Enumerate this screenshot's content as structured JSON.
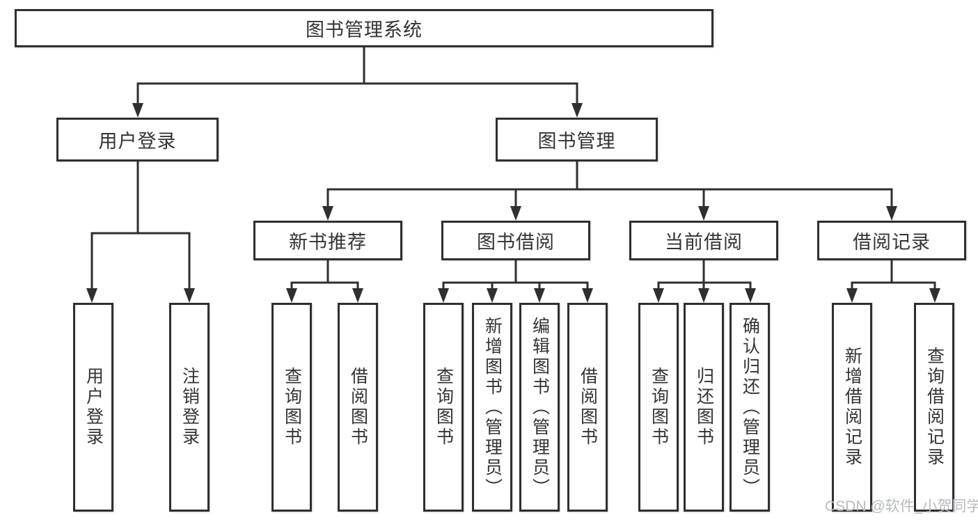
{
  "colors": {
    "line": "#2f2f2f",
    "box_border": "#2f2f2f",
    "box_background": "#ffffff",
    "text": "#333333",
    "watermark": "#b7bbbf",
    "background": "#ffffff"
  },
  "tree": {
    "root": {
      "label": "图书管理系统"
    },
    "branches": [
      {
        "label": "用户登录",
        "children": [
          {
            "label": "用户登录"
          },
          {
            "label": "注销登录"
          }
        ]
      },
      {
        "label": "图书管理",
        "children": [
          {
            "label": "新书推荐",
            "children": [
              {
                "label": "查询图书"
              },
              {
                "label": "借阅图书"
              }
            ]
          },
          {
            "label": "图书借阅",
            "children": [
              {
                "label": "查询图书"
              },
              {
                "label": "新增图书（管理员）"
              },
              {
                "label": "编辑图书（管理员）"
              },
              {
                "label": "借阅图书"
              }
            ]
          },
          {
            "label": "当前借阅",
            "children": [
              {
                "label": "查询图书"
              },
              {
                "label": "归还图书"
              },
              {
                "label": "确认归还（管理员）"
              }
            ]
          },
          {
            "label": "借阅记录",
            "children": [
              {
                "label": "新增借阅记录"
              },
              {
                "label": "查询借阅记录"
              }
            ]
          }
        ]
      }
    ]
  },
  "watermark": {
    "text": "CSDN @软件_小贺同学"
  }
}
